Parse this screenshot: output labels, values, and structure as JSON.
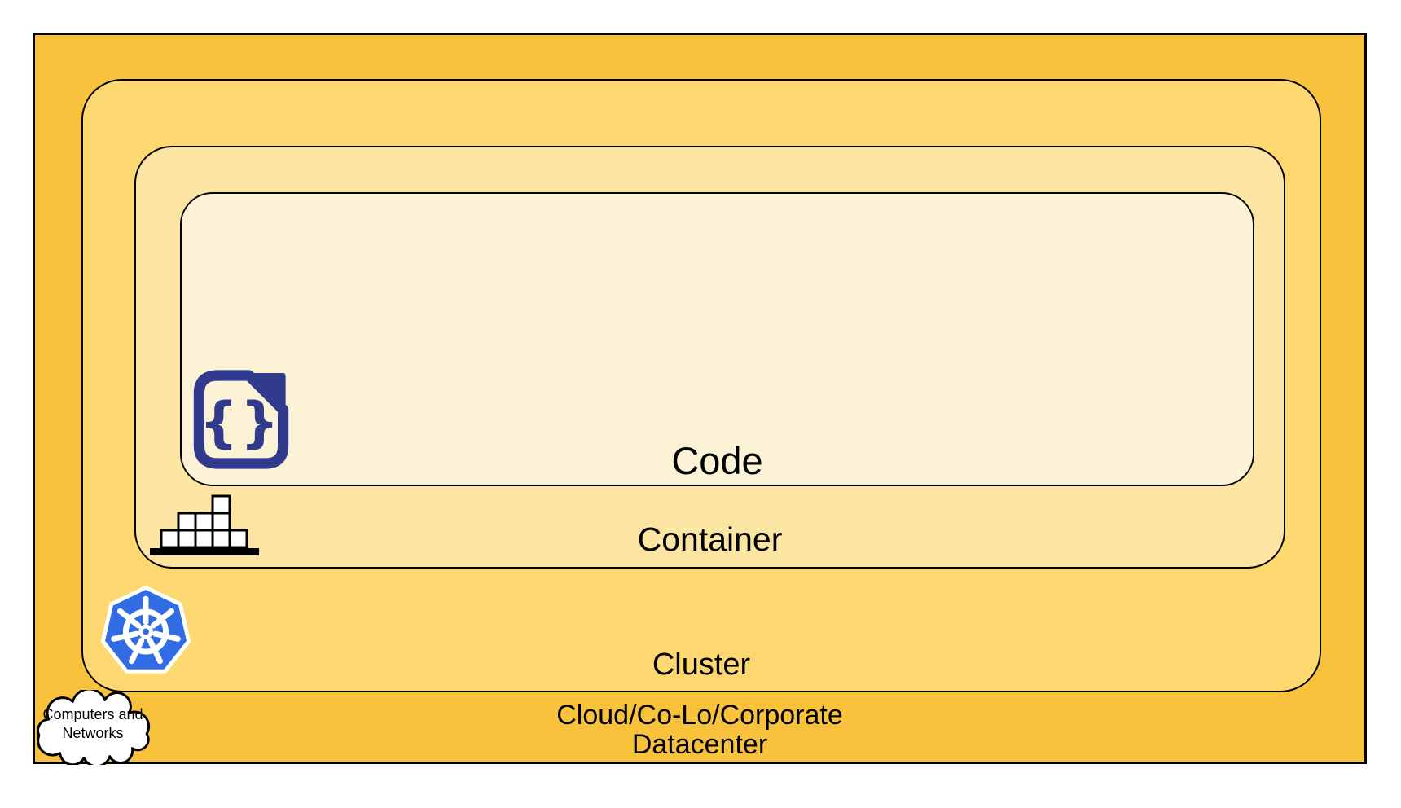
{
  "diagram": {
    "type": "nested-layers",
    "layers": {
      "code": {
        "label": "Code"
      },
      "container": {
        "label": "Container"
      },
      "cluster": {
        "label": "Cluster"
      },
      "datacenter": {
        "label_line1": "Cloud/Co-Lo/Corporate",
        "label_line2": "Datacenter"
      }
    },
    "cloud_callout": {
      "line1": "Computers and",
      "line2": "Networks"
    },
    "icons": {
      "code": "code-file-icon",
      "code_glyph": "{}",
      "container": "container-blocks-icon",
      "cluster": "kubernetes-icon",
      "datacenter": "computers-networks-cloud-icon"
    },
    "colors": {
      "datacenter_fill": "#F9C23C",
      "cluster_fill": "#FDD76F",
      "container_fill": "#FCE5A2",
      "code_fill": "#FCF3D7",
      "border": "#000000",
      "text": "#000000",
      "kubernetes_blue": "#326CE5",
      "code_icon_navy": "#313A8C",
      "icon_white": "#FFFFFF"
    }
  }
}
